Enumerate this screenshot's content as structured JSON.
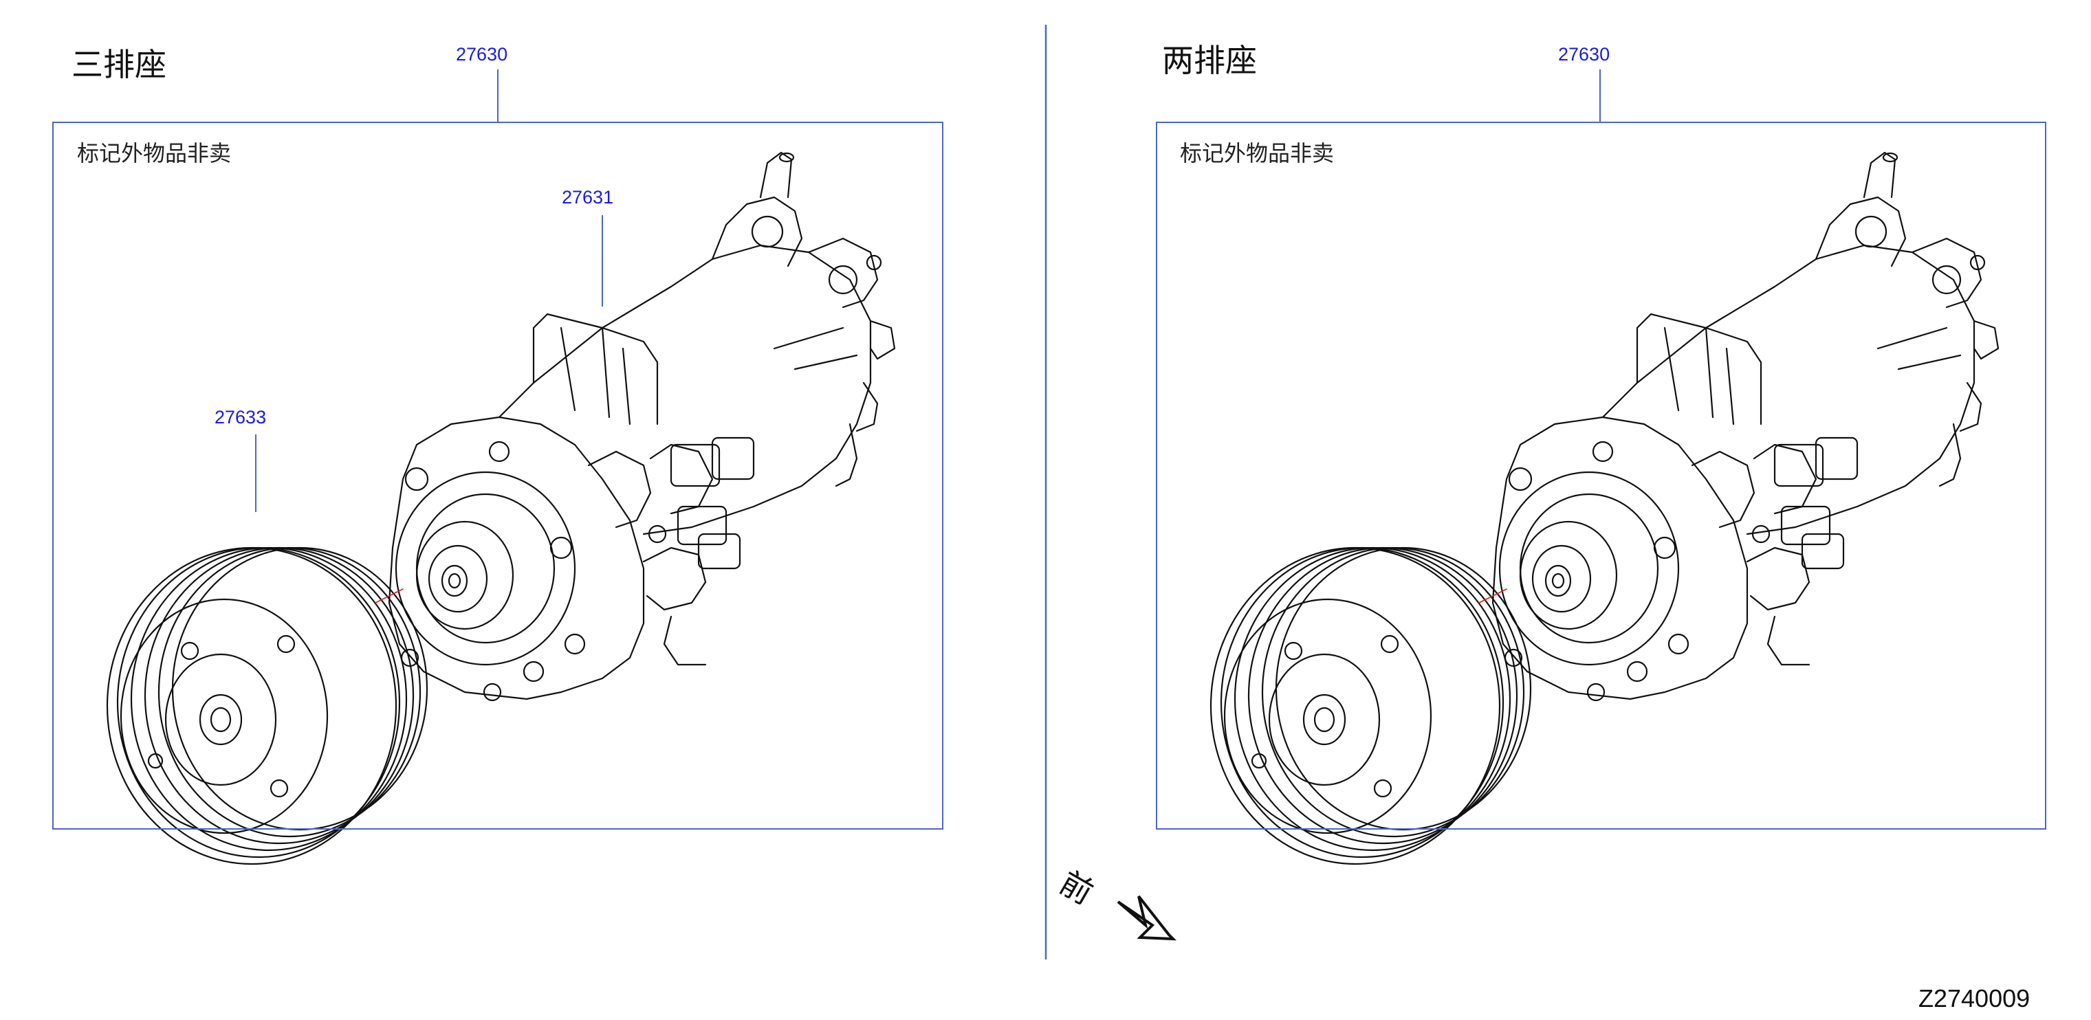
{
  "left": {
    "heading": "三排座",
    "assembly_no": "27630",
    "note": "标记外物品非卖",
    "compressor_no": "27631",
    "clutch_no": "27633"
  },
  "right": {
    "heading": "两排座",
    "assembly_no": "27630",
    "note": "标记外物品非卖"
  },
  "front_label": "前",
  "figure_id": "Z2740009",
  "colors": {
    "callout": "#1a1ae0",
    "frame": "#4d66c4",
    "divider": "#4d66c4"
  }
}
